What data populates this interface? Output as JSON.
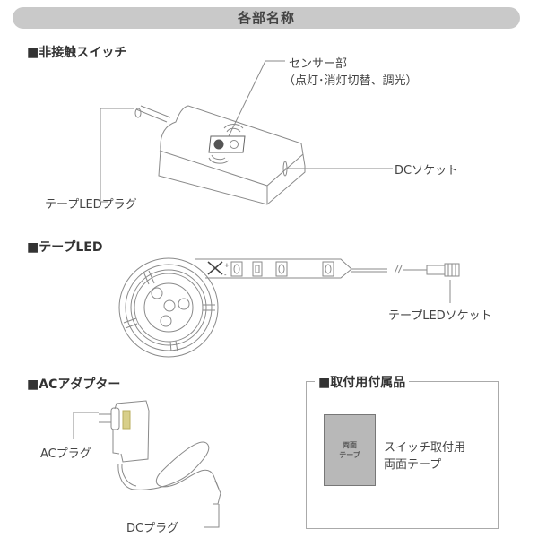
{
  "title": "各部名称",
  "sections": {
    "switch": {
      "heading": "■非接触スイッチ",
      "labels": {
        "sensor": "センサー部",
        "sensor_note": "（点灯･消灯切替、調光）",
        "dc_socket": "DCソケット",
        "led_plug": "テープLEDプラグ"
      }
    },
    "tape_led": {
      "heading": "■テープLED",
      "labels": {
        "socket": "テープLEDソケット"
      }
    },
    "ac_adapter": {
      "heading": "■ACアダプター",
      "labels": {
        "ac_plug": "ACプラグ",
        "dc_plug": "DCプラグ"
      }
    },
    "accessories": {
      "heading": "■取付用付属品",
      "swatch_line1": "両面",
      "swatch_line2": "テープ",
      "desc_line1": "スイッチ取付用",
      "desc_line2": "両面テープ"
    }
  },
  "colors": {
    "title_bar": "#c9c9c9",
    "line": "#8a8a8a",
    "tape_swatch": "#b8b8b8",
    "adapter_accent": "#d8cf8a"
  }
}
